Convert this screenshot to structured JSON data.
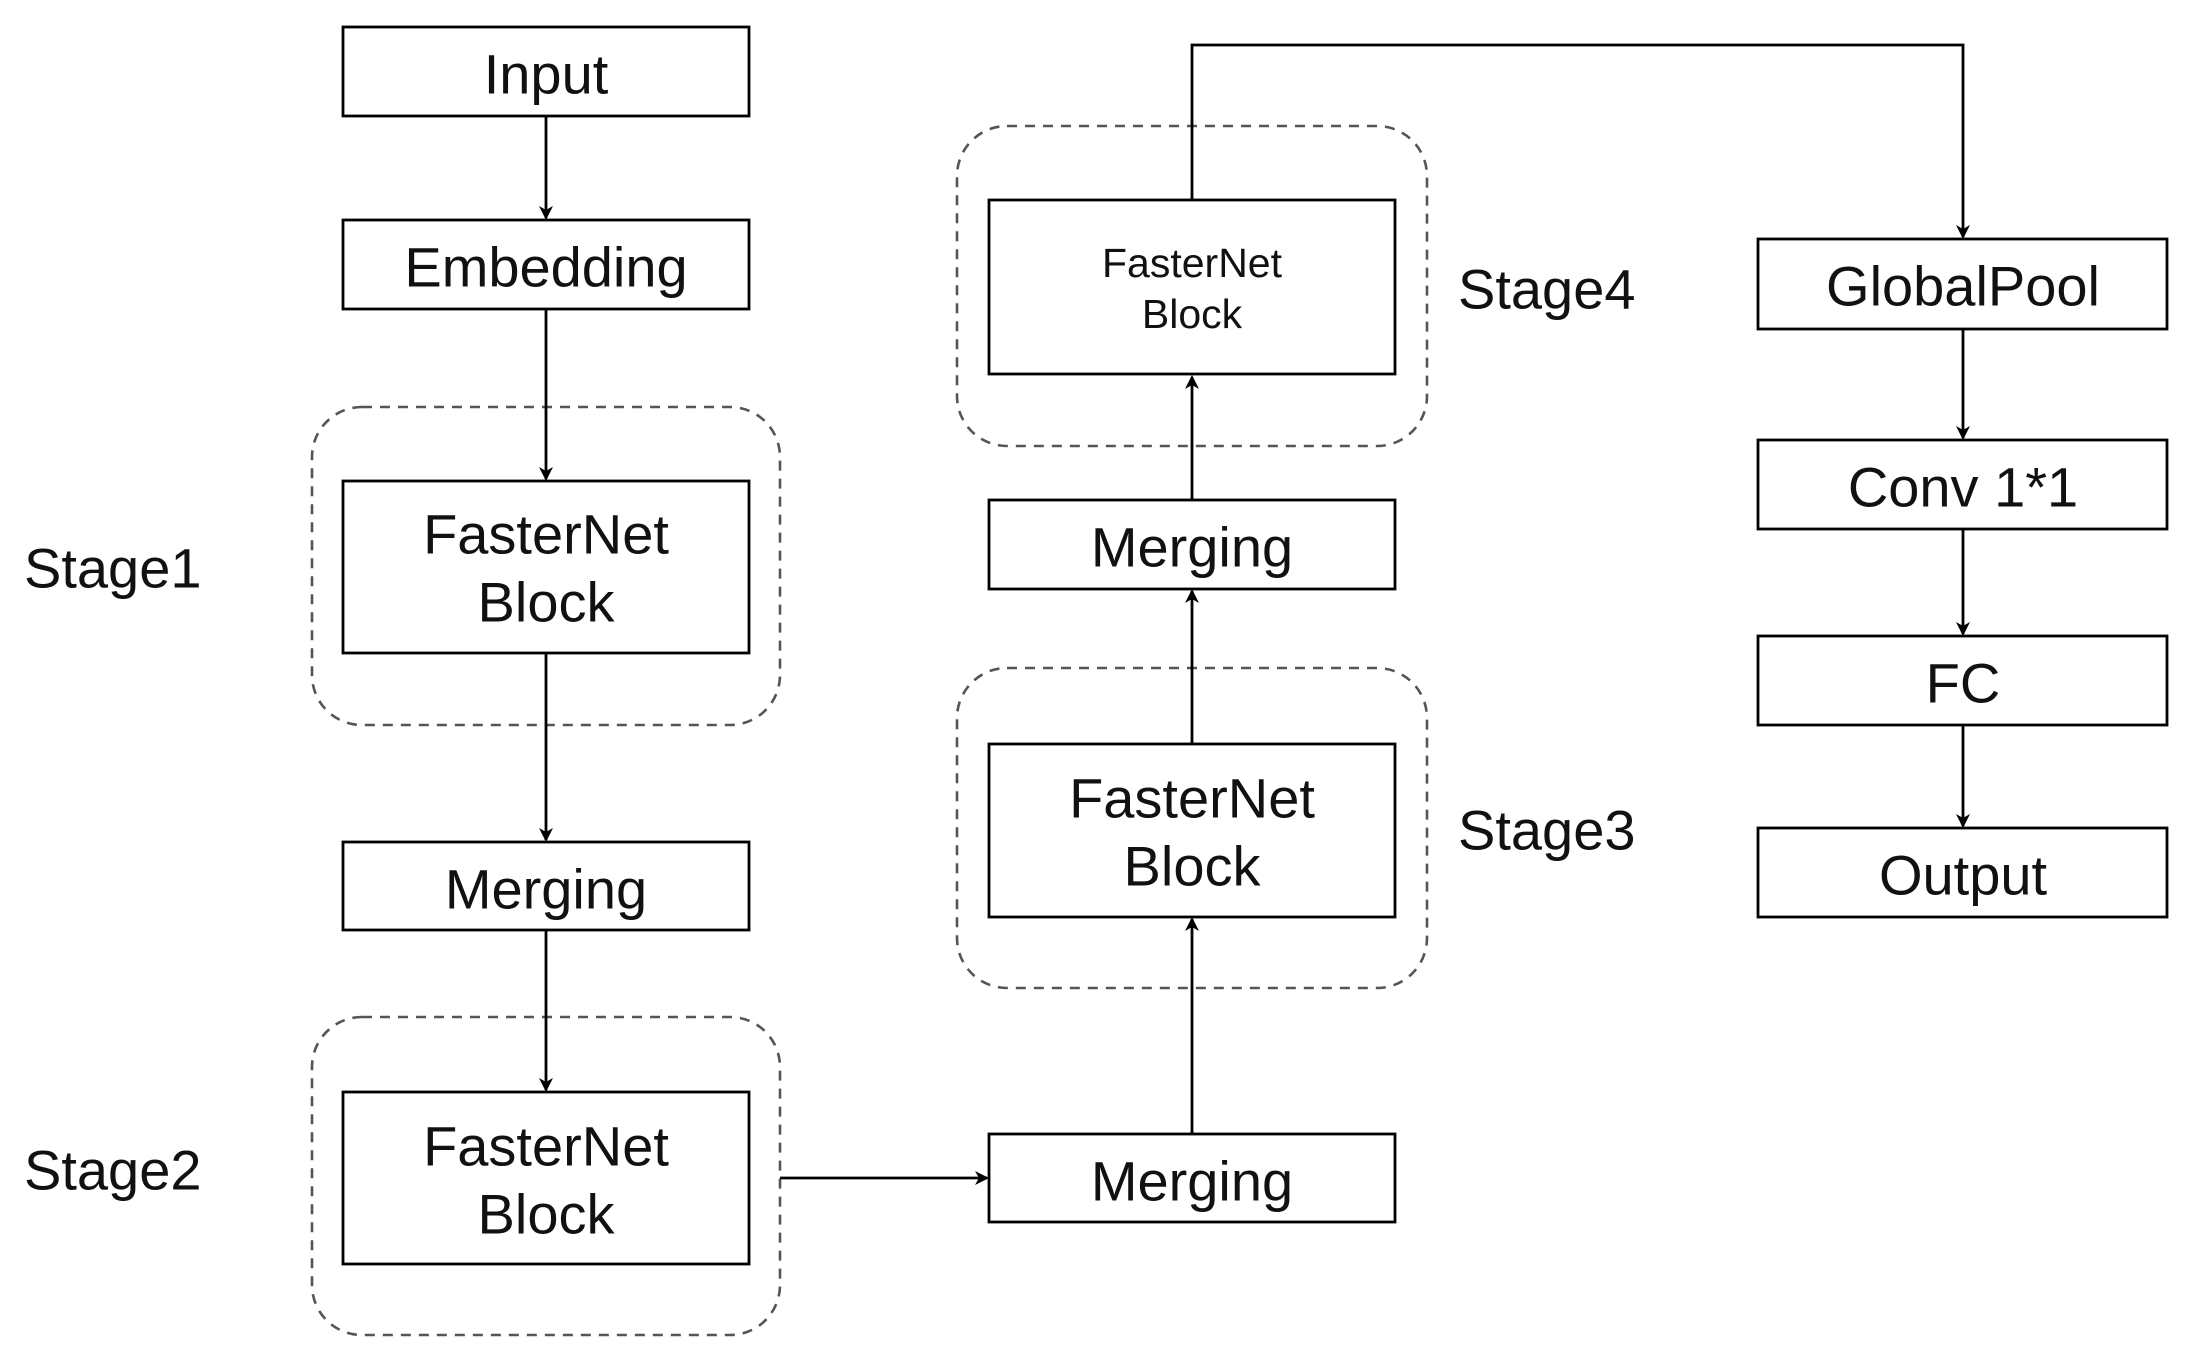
{
  "nodes": {
    "input": {
      "label": "Input"
    },
    "embedding": {
      "label": "Embedding"
    },
    "stage1_block": {
      "line1": "FasterNet",
      "line2": "Block"
    },
    "merging1": {
      "label": "Merging"
    },
    "stage2_block": {
      "line1": "FasterNet",
      "line2": "Block"
    },
    "merging2": {
      "label": "Merging"
    },
    "stage3_block": {
      "line1": "FasterNet",
      "line2": "Block"
    },
    "merging3": {
      "label": "Merging"
    },
    "stage4_block": {
      "line1": "FasterNet",
      "line2": "Block"
    },
    "global_pool": {
      "label": "GlobalPool"
    },
    "conv": {
      "label": "Conv 1*1"
    },
    "fc": {
      "label": "FC"
    },
    "output": {
      "label": "Output"
    }
  },
  "stages": {
    "stage1": "Stage1",
    "stage2": "Stage2",
    "stage3": "Stage3",
    "stage4": "Stage4"
  },
  "colors": {
    "line": "#000000",
    "frame": "#555555",
    "text": "#111111",
    "background": "#ffffff"
  }
}
